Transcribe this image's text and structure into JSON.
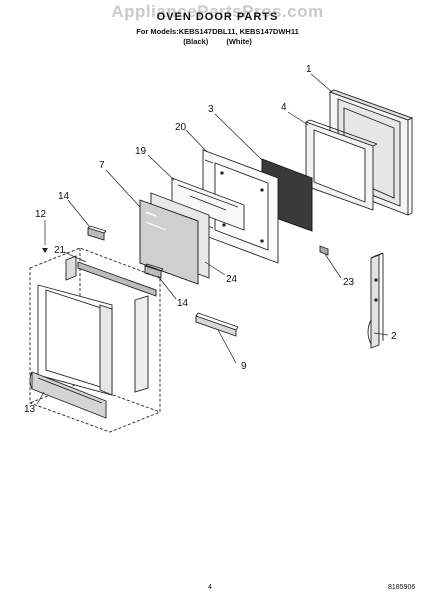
{
  "watermark": "AppliancePartsPros.com",
  "title": "OVEN DOOR PARTS",
  "models_line": "For Models:KEBS147DBL11, KEBS147DWH11",
  "variants": [
    "(Black)",
    "(White)"
  ],
  "callouts": [
    "1",
    "2",
    "3",
    "4",
    "7",
    "9",
    "12",
    "13",
    "14",
    "14",
    "19",
    "20",
    "21",
    "23",
    "24"
  ],
  "page_number": "4",
  "document_number": "8185906"
}
